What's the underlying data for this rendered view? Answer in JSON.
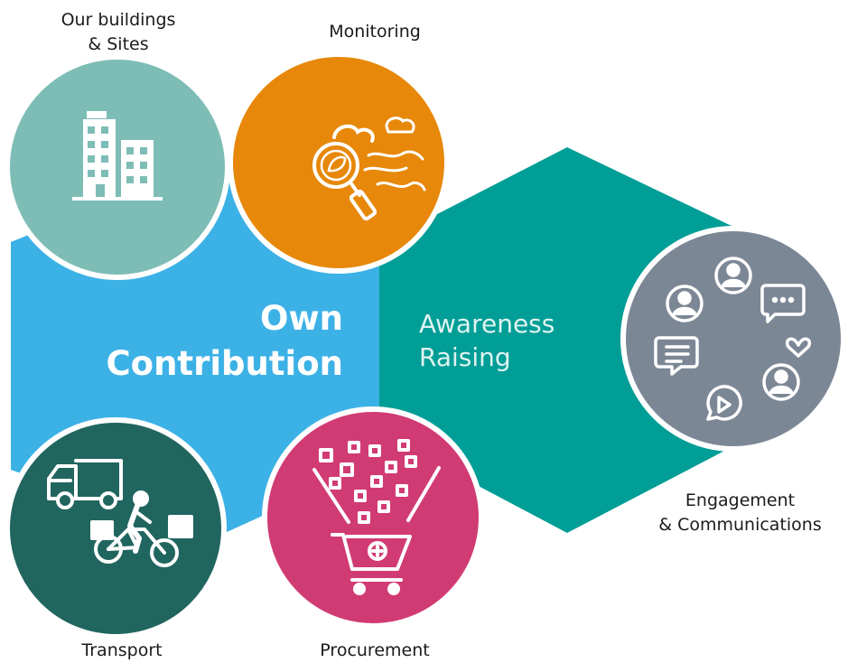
{
  "center_left": {
    "line1": "Own",
    "line2": "Contribution"
  },
  "center_right": {
    "line1": "Awareness",
    "line2": "Raising"
  },
  "topics": {
    "buildings": {
      "line1": "Our buildings",
      "line2": "& Sites"
    },
    "monitoring": {
      "line1": "Monitoring"
    },
    "engagement": {
      "line1": "Engagement",
      "line2": "& Communications"
    },
    "transport": {
      "line1": "Transport"
    },
    "procurement": {
      "line1": "Procurement"
    }
  },
  "colors": {
    "own_contribution": "#3cb1e6",
    "awareness_raising": "#009e96",
    "buildings": "#7dbdb6",
    "monitoring": "#e7880a",
    "engagement": "#7c8795",
    "transport": "#21655f",
    "procurement": "#d13b73"
  },
  "icons": {
    "buildings": "office-buildings-icon",
    "monitoring": "magnifier-leaf-clouds-icon",
    "engagement": "people-chat-icons",
    "transport": "truck-bicycle-courier-icon",
    "procurement": "shopping-cart-icon"
  }
}
